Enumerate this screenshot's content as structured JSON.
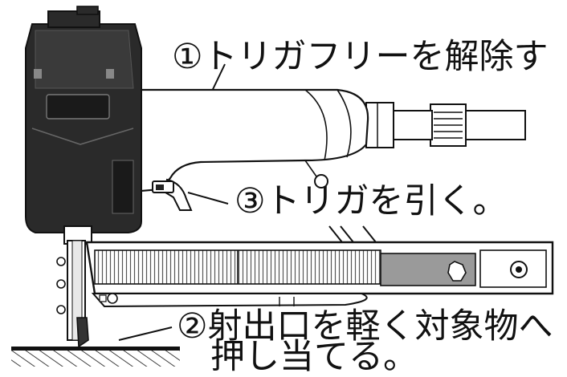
{
  "labels": {
    "step1": "①トリガフリーを解除す",
    "step3": "③トリガを引く。",
    "step2_line1": "②射出口を軽く対象物へ",
    "step2_line2": "押し当てる。"
  },
  "colors": {
    "line": "#111111",
    "body_dark": "#222222",
    "magazine_fill": "#d8d8d8",
    "pusher_fill": "#9a9a9a",
    "hose_fill": "#ffffff"
  }
}
